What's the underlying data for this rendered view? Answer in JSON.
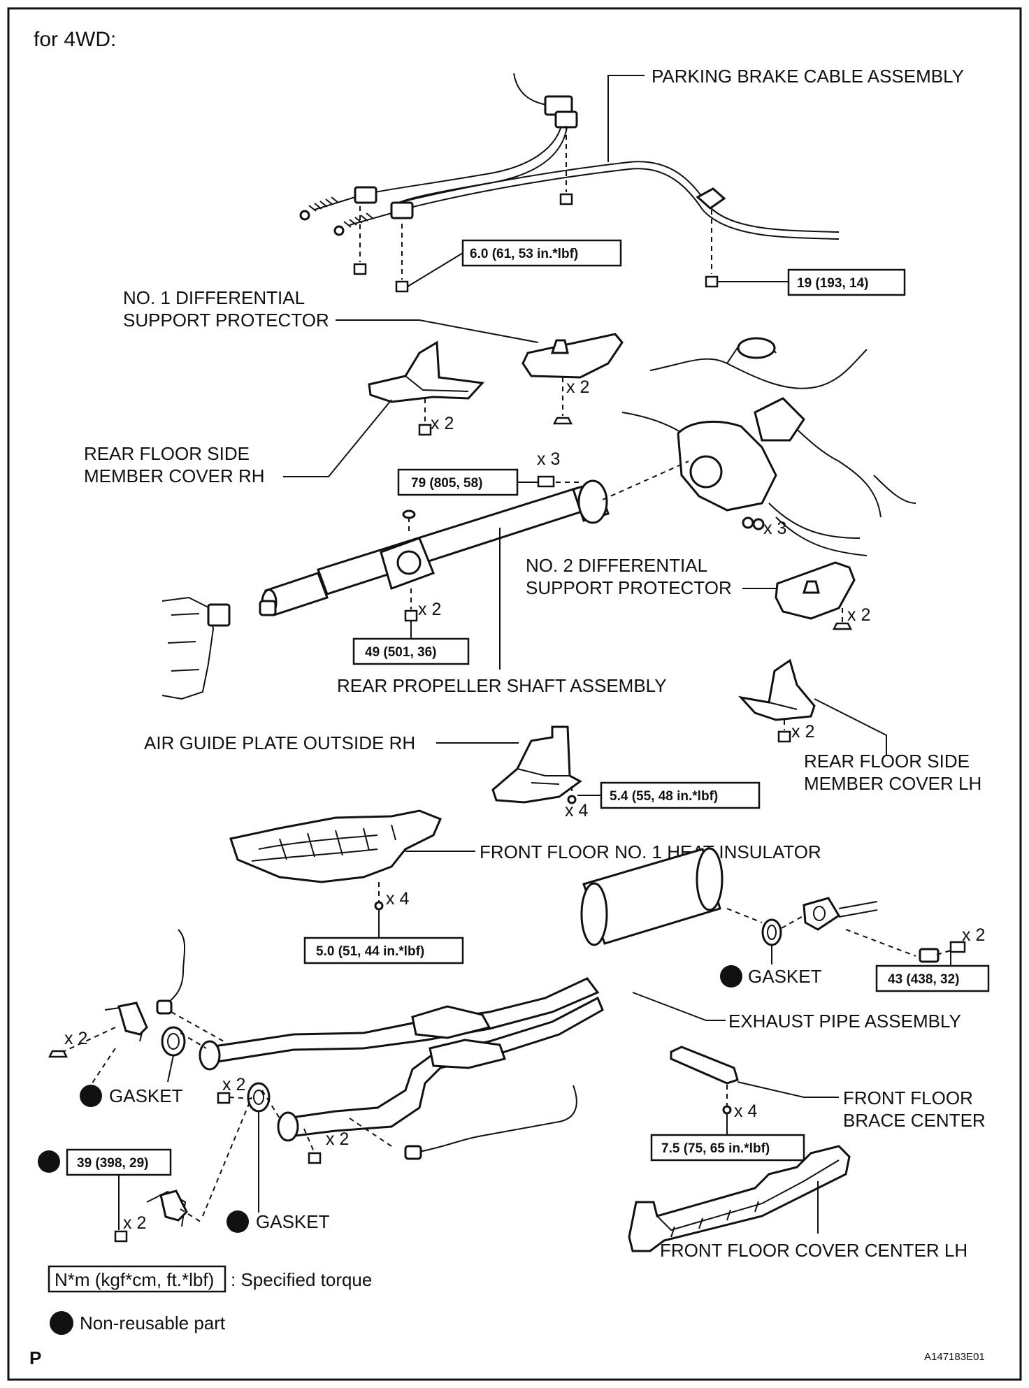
{
  "heading": "for 4WD:",
  "labels": {
    "parking_brake_cable": "PARKING BRAKE CABLE ASSEMBLY",
    "no1_diff_line1": "NO. 1 DIFFERENTIAL",
    "no1_diff_line2": "SUPPORT PROTECTOR",
    "rear_floor_rh_line1": "REAR FLOOR SIDE",
    "rear_floor_rh_line2": "MEMBER COVER RH",
    "no2_diff_line1": "NO. 2 DIFFERENTIAL",
    "no2_diff_line2": "SUPPORT PROTECTOR",
    "rear_prop_shaft": "REAR PROPELLER SHAFT ASSEMBLY",
    "air_guide_plate": "AIR GUIDE PLATE OUTSIDE RH",
    "rear_floor_lh_line1": "REAR FLOOR SIDE",
    "rear_floor_lh_line2": "MEMBER COVER LH",
    "front_floor_insulator": "FRONT FLOOR NO. 1 HEAT INSULATOR",
    "gasket": "GASKET",
    "exhaust_pipe": "EXHAUST PIPE ASSEMBLY",
    "front_floor_brace_line1": "FRONT FLOOR",
    "front_floor_brace_line2": "BRACE CENTER",
    "front_floor_cover": "FRONT FLOOR COVER CENTER LH"
  },
  "torques": {
    "t_6_0": "6.0 (61, 53 in.*lbf)",
    "t_19": "19 (193, 14)",
    "t_79": "79 (805, 58)",
    "t_49": "49 (501, 36)",
    "t_5_4": "5.4 (55, 48 in.*lbf)",
    "t_5_0": "5.0 (51, 44 in.*lbf)",
    "t_43": "43 (438, 32)",
    "t_7_5": "7.5 (75, 65 in.*lbf)",
    "t_39": "39 (398, 29)"
  },
  "quantities": {
    "x2": "x 2",
    "x3": "x 3",
    "x4": "x 4"
  },
  "legend": {
    "torque_box": "N*m (kgf*cm, ft.*lbf)",
    "torque_desc": ": Specified torque",
    "nonreusable": "Non-reusable part"
  },
  "footer": {
    "left": "P",
    "right": "A147183E01"
  }
}
